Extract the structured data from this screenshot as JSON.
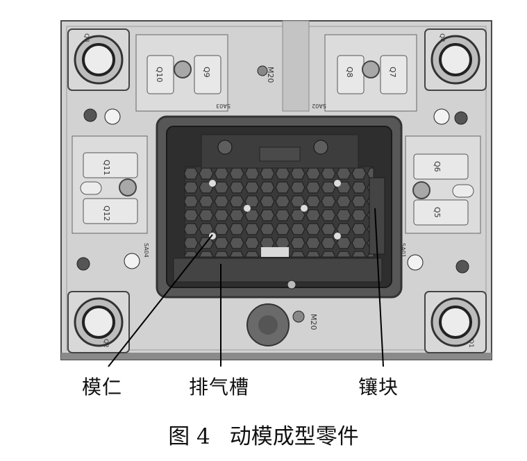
{
  "callouts": {
    "cavity_insert": "模仁",
    "vent_groove": "排气槽",
    "insert_block": "镶块"
  },
  "caption": {
    "figure_number": "图 4",
    "title": "动模成型零件"
  },
  "part_marks": {
    "q10": "Q10",
    "q9": "Q9",
    "q8_top": "Q8",
    "q7": "Q7",
    "q11": "Q11",
    "q12": "Q12",
    "q6": "Q6",
    "q5": "Q5",
    "m20_top": "M20",
    "m20_bottom": "M20",
    "corner_q3": "Q3",
    "corner_q4": "Q4",
    "corner_q2": "Q2",
    "corner_q1": "Q1",
    "sa03": "SA03",
    "sa02": "SA02",
    "sa04": "SA04",
    "sa01": "SA01"
  },
  "colors": {
    "plate": "#d4d4d4",
    "plate_edge": "#555555",
    "cavity_dark": "#2e2e2e",
    "grid_cell": "#4a4a4a",
    "leader_line": "#000000"
  }
}
